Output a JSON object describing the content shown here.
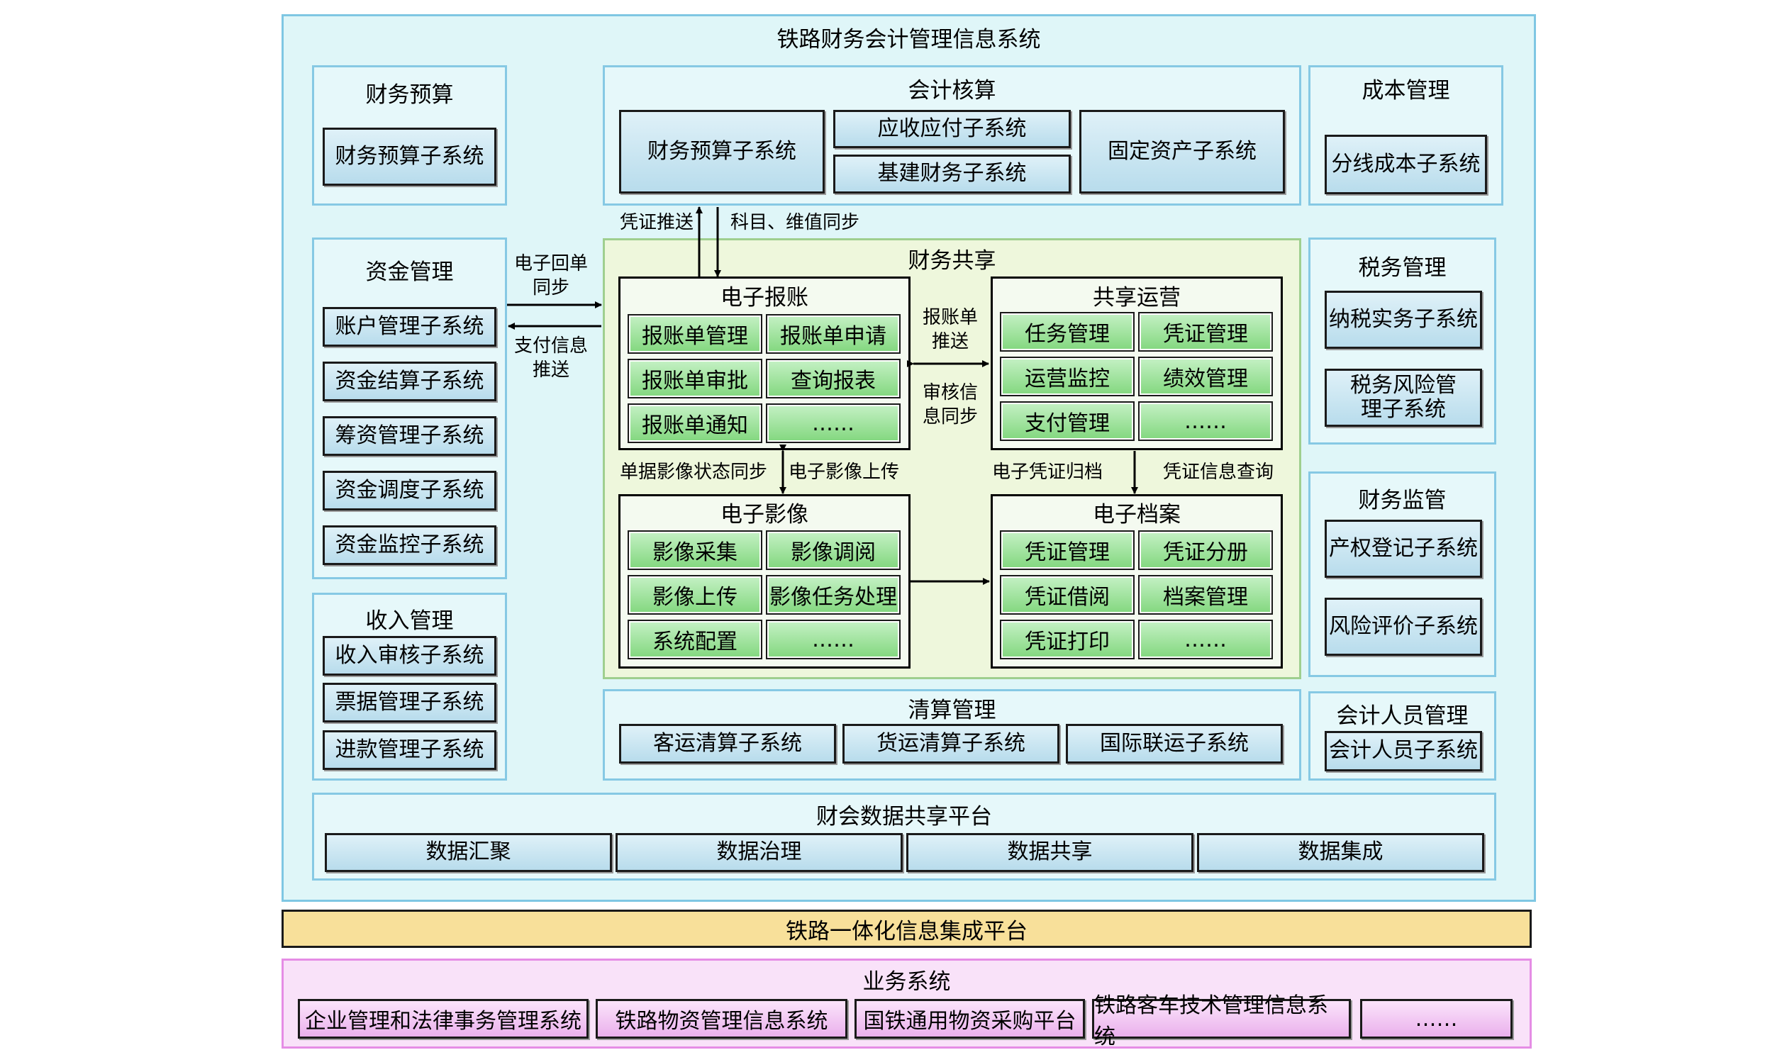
{
  "title": "铁路财务会计管理信息系统",
  "budget": {
    "title": "财务预算",
    "items": [
      "财务预算子系统"
    ]
  },
  "accounting": {
    "title": "会计核算",
    "items": [
      "财务预算子系统",
      "应收应付子系统",
      "基建财务子系统",
      "固定资产子系统"
    ]
  },
  "cost": {
    "title": "成本管理",
    "items": [
      "分线成本子系统"
    ]
  },
  "funds": {
    "title": "资金管理",
    "items": [
      "账户管理子系统",
      "资金结算子系统",
      "筹资管理子系统",
      "资金调度子系统",
      "资金监控子系统"
    ]
  },
  "income": {
    "title": "收入管理",
    "items": [
      "收入审核子系统",
      "票据管理子系统",
      "进款管理子系统"
    ]
  },
  "share": {
    "title": "财务共享",
    "ereimb": {
      "title": "电子报账",
      "items": [
        "报账单管理",
        "报账单申请",
        "报账单审批",
        "查询报表",
        "报账单通知",
        "……"
      ]
    },
    "ops": {
      "title": "共享运营",
      "items": [
        "任务管理",
        "凭证管理",
        "运营监控",
        "绩效管理",
        "支付管理",
        "……"
      ]
    },
    "eimage": {
      "title": "电子影像",
      "items": [
        "影像采集",
        "影像调阅",
        "影像上传",
        "影像任务处理",
        "系统配置",
        "……"
      ]
    },
    "earchive": {
      "title": "电子档案",
      "items": [
        "凭证管理",
        "凭证分册",
        "凭证借阅",
        "档案管理",
        "凭证打印",
        "……"
      ]
    }
  },
  "labels": {
    "voucher_push": "凭证推送",
    "subject_sync": "科目、维值同步",
    "ereceipt_sync": "电子回单同步",
    "pay_push": "支付信息推送",
    "reimb_push": "报账单推送",
    "audit_sync": "审核信息同步",
    "img_status_sync": "单据影像状态同步",
    "img_upload": "电子影像上传",
    "evoucher_archive": "电子凭证归档",
    "voucher_query": "凭证信息查询"
  },
  "tax": {
    "title": "税务管理",
    "items": [
      "纳税实务子系统",
      "税务风险管理子系统"
    ]
  },
  "supervision": {
    "title": "财务监管",
    "items": [
      "产权登记子系统",
      "风险评价子系统"
    ]
  },
  "clearing": {
    "title": "清算管理",
    "items": [
      "客运清算子系统",
      "货运清算子系统",
      "国际联运子系统"
    ]
  },
  "staff": {
    "title": "会计人员管理",
    "items": [
      "会计人员子系统"
    ]
  },
  "data_platform": {
    "title": "财会数据共享平台",
    "items": [
      "数据汇聚",
      "数据治理",
      "数据共享",
      "数据集成"
    ]
  },
  "integration": {
    "title": "铁路一体化信息集成平台"
  },
  "business": {
    "title": "业务系统",
    "items": [
      "企业管理和法律事务管理系统",
      "铁路物资管理信息系统",
      "国铁通用物资采购平台",
      "铁路客车技术管理信息系统",
      "……"
    ]
  }
}
